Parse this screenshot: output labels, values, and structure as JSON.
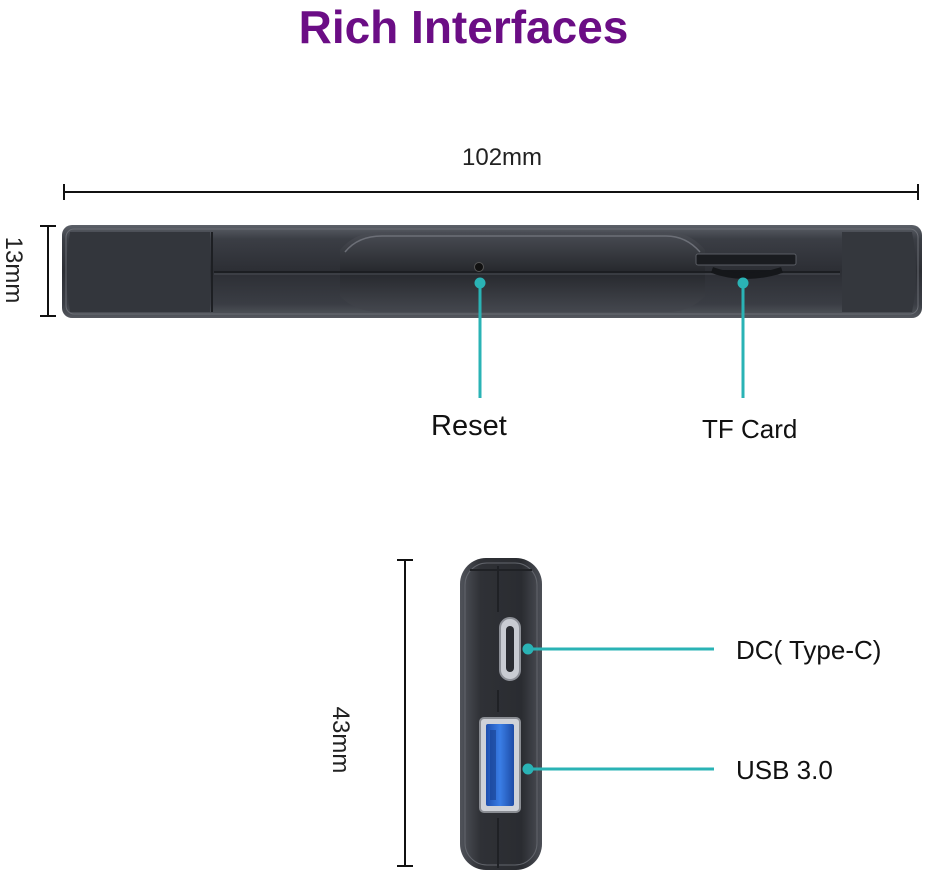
{
  "title": "Rich Interfaces",
  "dimensions": {
    "length": "102mm",
    "thickness": "13mm",
    "width": "43mm"
  },
  "side_view_ports": {
    "reset": "Reset",
    "tf_card": "TF Card"
  },
  "end_view_ports": {
    "dc": "DC( Type-C)",
    "usb": "USB 3.0"
  },
  "colors": {
    "title": "#6b0d85",
    "callout": "#2ab3b5",
    "device": "#3a3d44",
    "usb_blue": "#2f6fd6"
  }
}
